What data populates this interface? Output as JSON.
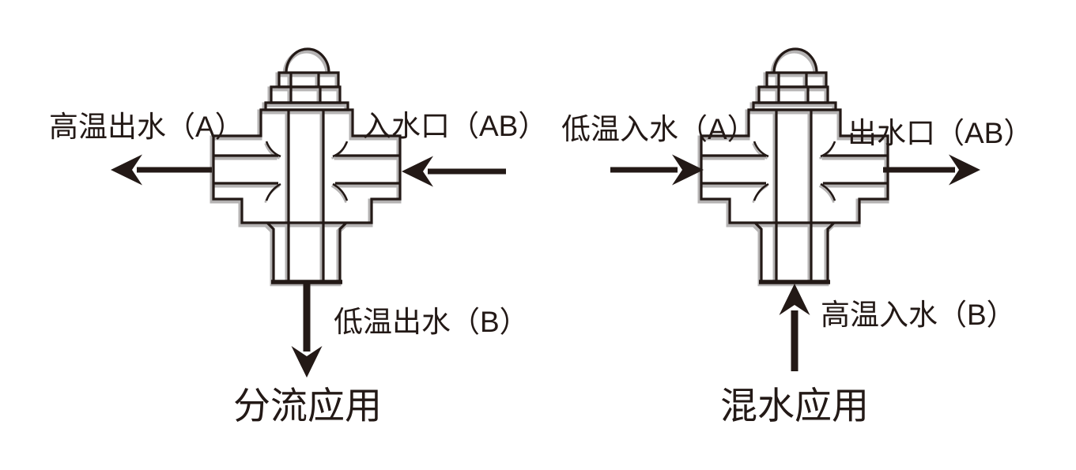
{
  "colors": {
    "line-color": "#231916",
    "shadow-color": "#b5b3b3",
    "background-color": "#ffffff"
  },
  "diagrams": [
    {
      "caption": "分流应用",
      "labels": {
        "port_a": "高温出水（A）",
        "port_ab": "入水口（AB）",
        "port_b": "低温出水（B）"
      },
      "flow": {
        "port_a": "flow-out-left",
        "port_ab": "flow-in-from-right",
        "port_b": "flow-out-down"
      }
    },
    {
      "caption": "混水应用",
      "labels": {
        "port_a": "低温入水（A）",
        "port_ab": "出水口（AB）",
        "port_b": "高温入水（B）"
      },
      "flow": {
        "port_a": "flow-in-from-left",
        "port_ab": "flow-out-right",
        "port_b": "flow-in-from-bottom"
      }
    }
  ]
}
